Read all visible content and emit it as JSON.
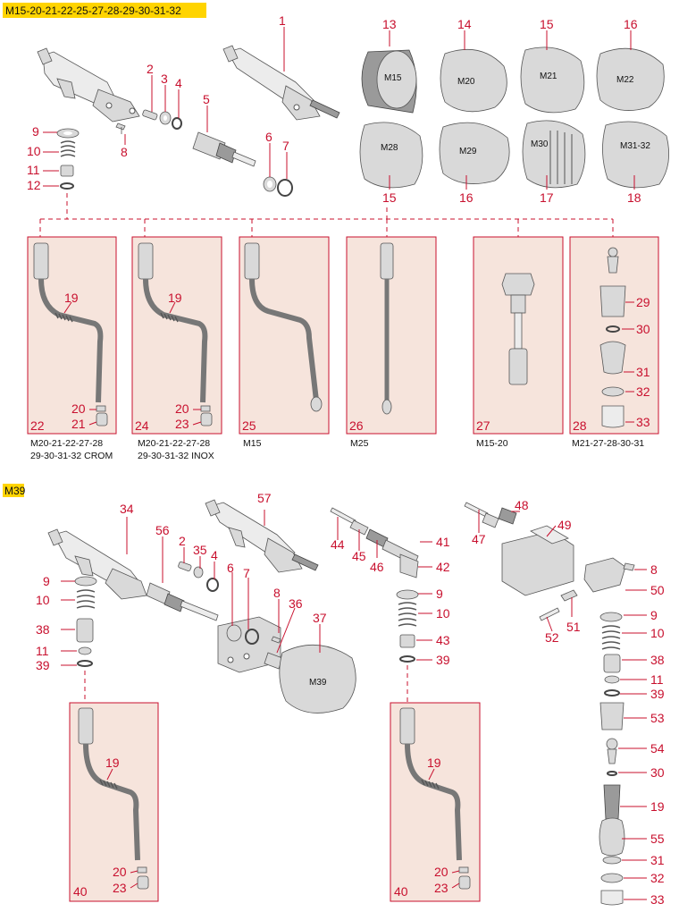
{
  "colors": {
    "accent_red": "#c8102e",
    "highlight_yellow": "#ffd400",
    "panel_fill": "#f6e4dc"
  },
  "section1": {
    "title": "M15-20-21-22-25-27-28-29-30-31-32",
    "parts": [
      "1",
      "2",
      "3",
      "4",
      "5",
      "6",
      "7",
      "8",
      "9",
      "10",
      "11",
      "12"
    ],
    "knobs": [
      {
        "num": "13",
        "model": "M15"
      },
      {
        "num": "14",
        "model": "M20"
      },
      {
        "num": "15",
        "model": "M21"
      },
      {
        "num": "16",
        "model": "M22"
      },
      {
        "num": "15",
        "model": "M28"
      },
      {
        "num": "16",
        "model": "M29"
      },
      {
        "num": "17",
        "model": "M30"
      },
      {
        "num": "18",
        "model": "M31-32"
      }
    ],
    "panels": [
      {
        "num": "22",
        "labels": [
          "19",
          "20",
          "21"
        ],
        "caption": [
          "M20-21-22-27-28",
          "29-30-31-32 CROM"
        ]
      },
      {
        "num": "24",
        "labels": [
          "19",
          "20",
          "23"
        ],
        "caption": [
          "M20-21-22-27-28",
          "29-30-31-32 INOX"
        ]
      },
      {
        "num": "25",
        "labels": [],
        "caption": [
          "M15"
        ]
      },
      {
        "num": "26",
        "labels": [],
        "caption": [
          "M25"
        ]
      },
      {
        "num": "27",
        "labels": [],
        "caption": [
          "M15-20"
        ]
      },
      {
        "num": "28",
        "labels": [
          "29",
          "30",
          "31",
          "32",
          "33"
        ],
        "caption": [
          "M21-27-28-30-31"
        ]
      }
    ]
  },
  "section2": {
    "title": "M39",
    "knob_model": "M39",
    "left_parts": [
      "34",
      "56",
      "2",
      "35",
      "4",
      "6",
      "7",
      "8",
      "36",
      "37",
      "57",
      "9",
      "10",
      "38",
      "11",
      "39"
    ],
    "mid_parts": [
      "44",
      "45",
      "46",
      "41",
      "42",
      "9",
      "10",
      "43",
      "39"
    ],
    "right_parts": [
      "47",
      "48",
      "49",
      "8",
      "50",
      "51",
      "52",
      "9",
      "10",
      "38",
      "11",
      "39",
      "53",
      "54",
      "30",
      "19",
      "55",
      "31",
      "32",
      "33"
    ],
    "panels": [
      {
        "num": "40",
        "labels": [
          "19",
          "20",
          "23"
        ]
      },
      {
        "num": "40",
        "labels": [
          "19",
          "20",
          "23"
        ]
      }
    ]
  }
}
